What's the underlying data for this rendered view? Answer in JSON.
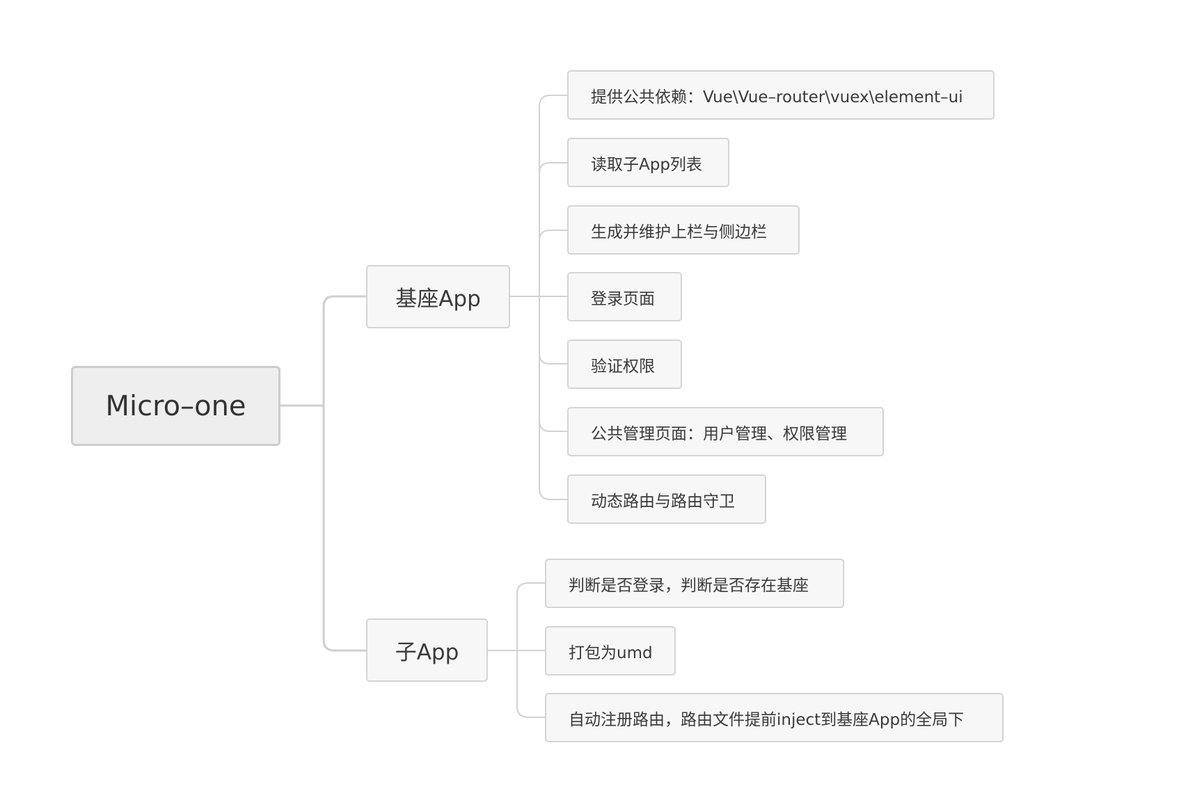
{
  "mindmap": {
    "root": {
      "label": "Micro–one"
    },
    "branches": [
      {
        "label": "基座App",
        "children": [
          {
            "label": "提供公共依赖：Vue\\Vue–router\\vuex\\element–ui"
          },
          {
            "label": "读取子App列表"
          },
          {
            "label": "生成并维护上栏与侧边栏"
          },
          {
            "label": "登录页面"
          },
          {
            "label": "验证权限"
          },
          {
            "label": "公共管理页面：用户管理、权限管理"
          },
          {
            "label": "动态路由与路由守卫"
          }
        ]
      },
      {
        "label": "子App",
        "children": [
          {
            "label": "判断是否登录，判断是否存在基座"
          },
          {
            "label": "打包为umd"
          },
          {
            "label": "自动注册路由，路由文件提前inject到基座App的全局下"
          }
        ]
      }
    ]
  },
  "colors": {
    "connector": "#cfcfcf",
    "node_fill": "#f7f7f7",
    "node_border": "#d4d4d4",
    "root_fill": "#eeeeee",
    "text": "#3a3a3a"
  }
}
